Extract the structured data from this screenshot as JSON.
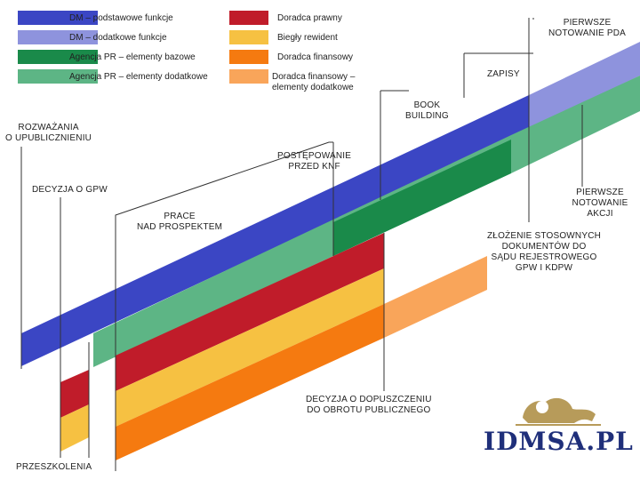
{
  "legend": [
    {
      "label": "DM – podstawowe funkcje",
      "color": "#3b46c4"
    },
    {
      "label": "DM – dodatkowe funkcje",
      "color": "#8e93dd"
    },
    {
      "label": "Agencja PR – elementy bazowe",
      "color": "#1a8a4a"
    },
    {
      "label": "Agencja PR – elementy dodatkowe",
      "color": "#5db585"
    },
    {
      "label": "Doradca prawny",
      "color": "#c01c2a"
    },
    {
      "label": "Biegły rewident",
      "color": "#f6c142"
    },
    {
      "label": "Doradca finansowy",
      "color": "#f57a10"
    },
    {
      "label": "Doradca finansowy – elementy dodatkowe",
      "color": "#f9a55a"
    }
  ],
  "annotations": {
    "rozwazania": "ROZWAŻANIA\nO UPUBLICZNIENIU",
    "decyzja_gpw": "DECYZJA O GPW",
    "prace": "PRACE\nNAD PROSPEKTEM",
    "postepowanie": "POSTĘPOWANIE\nPRZED KNF",
    "book": "BOOK\nBUILDING",
    "zapisy": "ZAPISY",
    "pierwsze_pda": "PIERWSZE\nNOTOWANIE PDA",
    "pierwsze_akcji": "PIERWSZE\nNOTOWANIE AKCJI",
    "zlozenie": "ZŁOŻENIE STOSOWNYCH\nDOKUMENTÓW DO\nSĄDU REJESTROWEGO\nGPW I KDPW",
    "decyzja_dopuszczenie": "DECYZJA O DOPUSZCZENIU\nDO OBROTU PUBLICZNEGO",
    "przeszkolenia": "PRZESZKOLENIA"
  },
  "logo": {
    "text": "IDMSA.PL"
  }
}
